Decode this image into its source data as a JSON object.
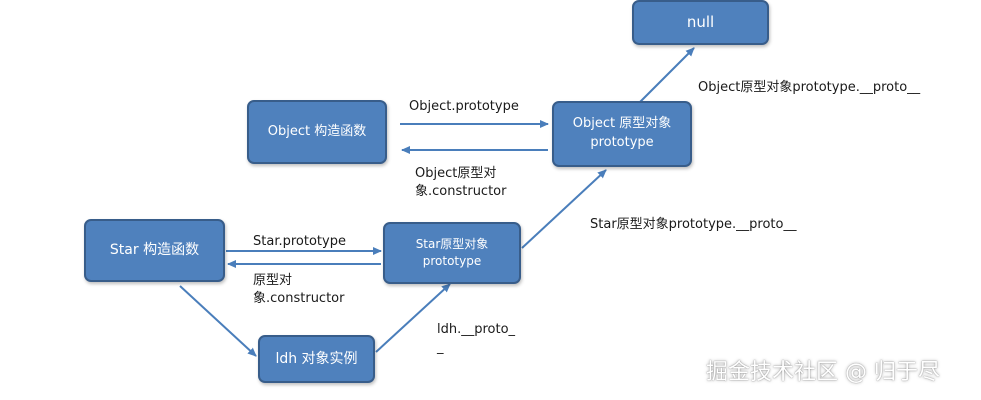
{
  "nodes": {
    "null": {
      "text": "null"
    },
    "object_constructor": {
      "text": "Object 构造函数"
    },
    "object_prototype": {
      "line1": "Object 原型对象",
      "line2": "prototype"
    },
    "star_constructor": {
      "text": "Star 构造函数"
    },
    "star_prototype": {
      "line1": "Star原型对象",
      "line2": "prototype"
    },
    "ldh_instance": {
      "text": "ldh 对象实例"
    }
  },
  "edge_labels": {
    "object_prototype_proto": "Object原型对象prototype.__proto__",
    "object_prototype": "Object.prototype",
    "object_constructor_line1": "Object原型对",
    "object_constructor_line2": "象.constructor",
    "star_prototype_proto": "Star原型对象prototype.__proto__",
    "star_prototype": "Star.prototype",
    "star_constructor_line1": "原型对",
    "star_constructor_line2": "象.constructor",
    "ldh_proto_line1": "ldh.__proto_",
    "ldh_proto_line2": "_"
  },
  "watermark": "掘金技术社区 @ 归于尽",
  "colors": {
    "node_fill": "#4f81bd",
    "node_border": "#385d8a",
    "edge": "#4a7ebb"
  }
}
